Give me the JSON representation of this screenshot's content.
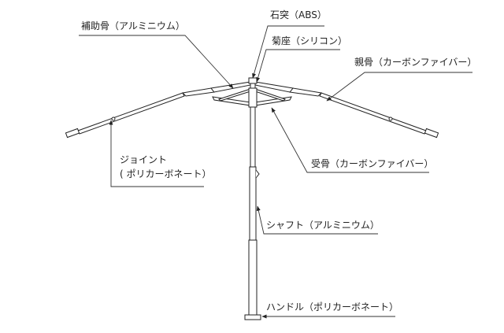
{
  "labels": {
    "stretcher_aux": "補助骨（アルミニウム）",
    "tip": "石突（ABS）",
    "top_notch": "菊座（シリコン）",
    "main_rib": "親骨（カーボンファイバー）",
    "joint_line1": "ジョイント",
    "joint_line2": "( ポリカーボネート）",
    "stretcher": "受骨（カーボンファイバー）",
    "shaft": "シャフト（アルミニウム）",
    "handle": "ハンドル（ポリカーボネート）"
  }
}
